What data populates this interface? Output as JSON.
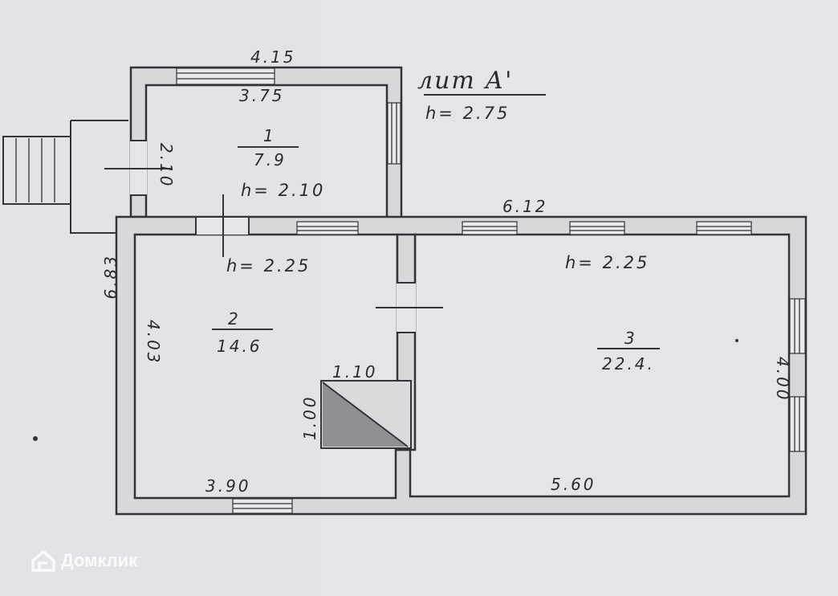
{
  "plan": {
    "title": "лит А'",
    "title_height": "h= 2.75",
    "dimensions": {
      "top_outer": "4.15",
      "top_inner": "3.75",
      "left_small": "2.10",
      "middle_wall": "6.12",
      "left_total": "6.83",
      "room2_left": "4.03",
      "stove_width": "1.10",
      "stove_height": "1.00",
      "bottom_left": "3.90",
      "bottom_right": "5.60",
      "right_side": "4.00"
    },
    "rooms": [
      {
        "number": "1",
        "area": "7.9",
        "height": "h= 2.10"
      },
      {
        "number": "2",
        "area": "14.6",
        "height": "h= 2.25"
      },
      {
        "number": "3",
        "area": "22.4.",
        "height": "h= 2.25"
      }
    ]
  },
  "watermark": {
    "text": "Домклик"
  }
}
